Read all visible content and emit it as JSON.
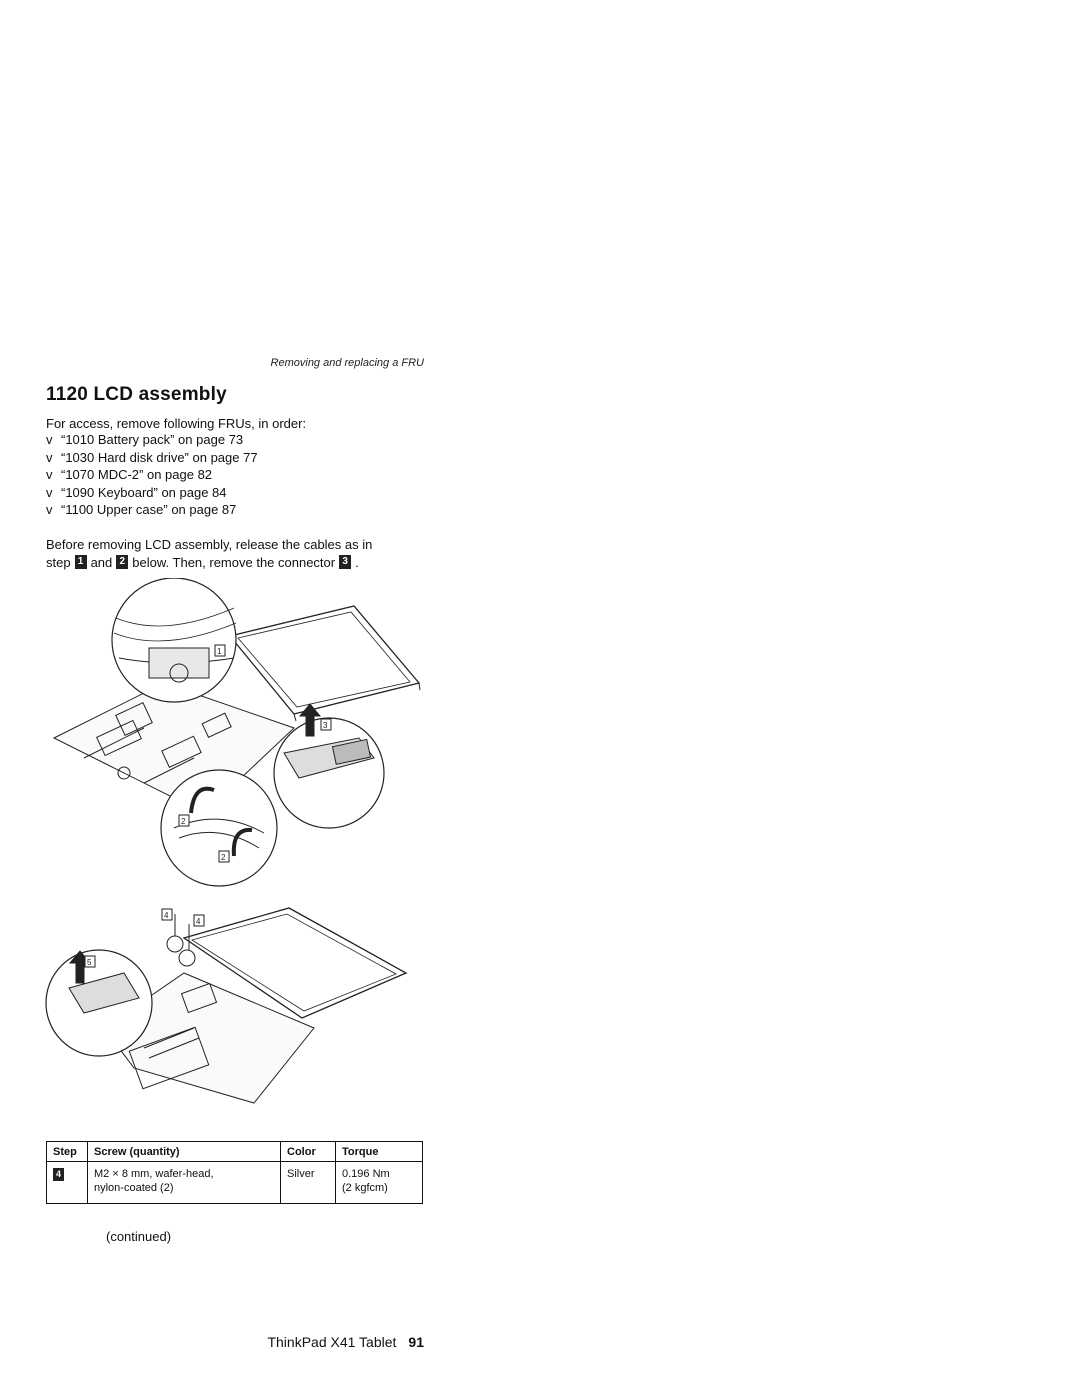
{
  "running_header": "Removing and replacing a FRU",
  "title": "1120 LCD assembly",
  "intro": "For access, remove following FRUs, in order:",
  "bullet_char": "v",
  "prereqs": [
    "“1010 Battery pack” on page 73",
    "“1030 Hard disk drive” on page 77",
    "“1070 MDC-2” on page 82",
    "“1090 Keyboard” on page 84",
    "“1100 Upper case” on page 87"
  ],
  "paragraph": {
    "line1": "Before removing LCD assembly, release the cables as in",
    "step_word": "step",
    "and_word": "and",
    "after_text": "below. Then, remove the connector",
    "period": ".",
    "badges": [
      "1",
      "2",
      "3"
    ]
  },
  "figure": {
    "callouts": [
      "1",
      "2",
      "2",
      "3",
      "4",
      "4",
      "5"
    ]
  },
  "table": {
    "headers": [
      "Step",
      "Screw (quantity)",
      "Color",
      "Torque"
    ],
    "row": {
      "step": "4",
      "screw_line1": "M2 × 8 mm, wafer-head,",
      "screw_line2": "nylon-coated (2)",
      "color": "Silver",
      "torque_line1": "0.196 Nm",
      "torque_line2": "(2 kgfcm)"
    }
  },
  "continued": "(continued)",
  "footer": {
    "book": "ThinkPad X41 Tablet",
    "page": "91"
  }
}
